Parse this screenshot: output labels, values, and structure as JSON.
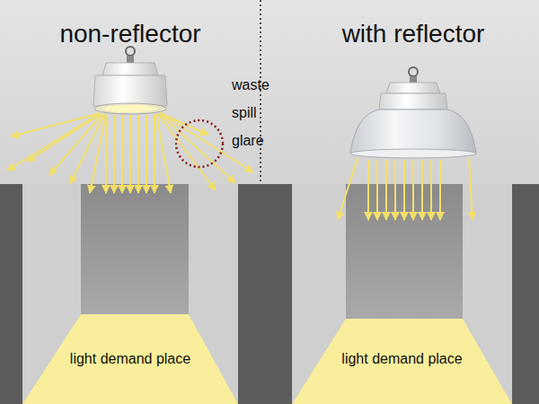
{
  "diagram": {
    "nodes": [
      {
        "text": [
          "light demand place"
        ]
      },
      {
        "text": [
          "light demand place"
        ]
      }
    ],
    "labels": [
      "non-reflector",
      "with reflector",
      "waste",
      "spill",
      "glare"
    ]
  }
}
